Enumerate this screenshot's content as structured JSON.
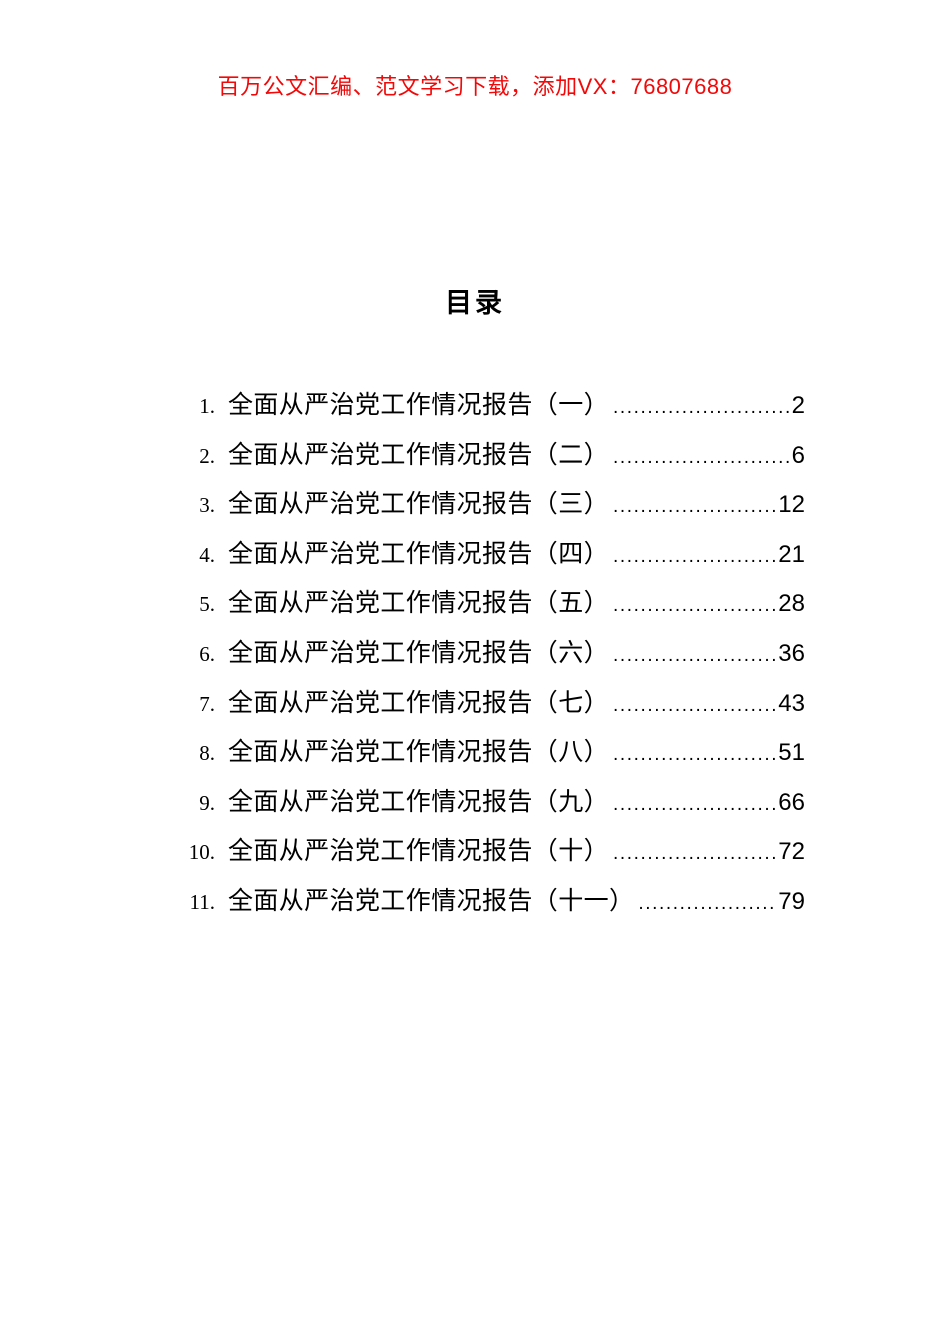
{
  "colors": {
    "watermark_red": "#f10808",
    "text_black": "#000000",
    "page_background": "#ffffff"
  },
  "header": {
    "watermark": "百万公文汇编、范文学习下载，添加VX：76807688"
  },
  "toc": {
    "title": "目录",
    "entries": [
      {
        "num": "1.",
        "title": "全面从严治党工作情况报告（一）",
        "page": "2"
      },
      {
        "num": "2.",
        "title": "全面从严治党工作情况报告（二）",
        "page": "6"
      },
      {
        "num": "3.",
        "title": "全面从严治党工作情况报告（三）",
        "page": "12"
      },
      {
        "num": "4.",
        "title": "全面从严治党工作情况报告（四）",
        "page": "21"
      },
      {
        "num": "5.",
        "title": "全面从严治党工作情况报告（五）",
        "page": "28"
      },
      {
        "num": "6.",
        "title": "全面从严治党工作情况报告（六）",
        "page": "36"
      },
      {
        "num": "7.",
        "title": "全面从严治党工作情况报告（七）",
        "page": "43"
      },
      {
        "num": "8.",
        "title": "全面从严治党工作情况报告（八）",
        "page": "51"
      },
      {
        "num": "9.",
        "title": "全面从严治党工作情况报告（九）",
        "page": "66"
      },
      {
        "num": "10.",
        "title": "全面从严治党工作情况报告（十）",
        "page": "72"
      },
      {
        "num": "11.",
        "title": "全面从严治党工作情况报告（十一）",
        "page": "79"
      }
    ]
  }
}
